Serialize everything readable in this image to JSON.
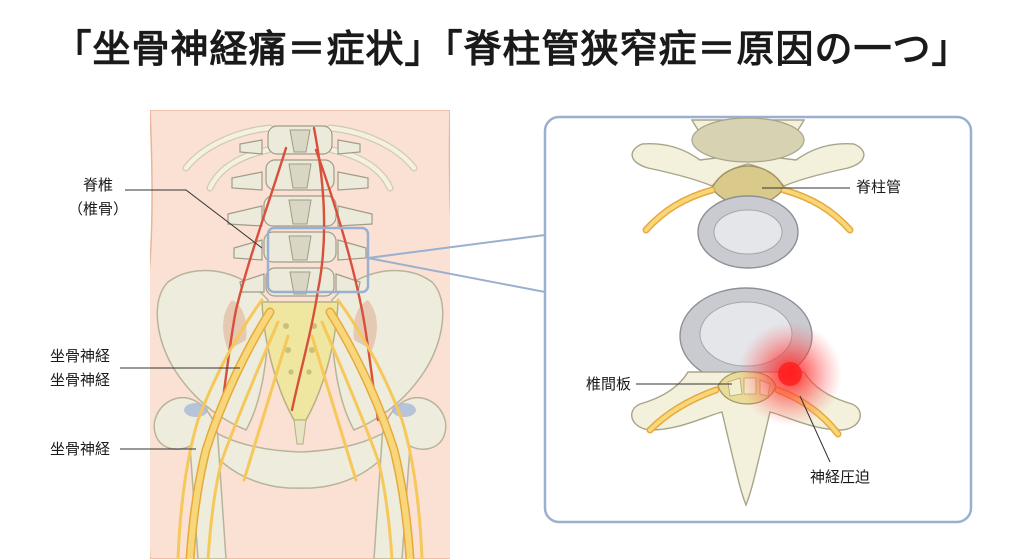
{
  "title": "「坐骨神経痛＝症状」「脊柱管狭窄症＝原因の一つ」",
  "labels": {
    "vertebra_line1": "脊椎",
    "vertebra_line2": "（椎骨）",
    "sciatic_a_line1": "坐骨神経",
    "sciatic_a_line2": "坐骨神経",
    "sciatic_b": "坐骨神経",
    "spinal_canal": "脊柱管",
    "disc": "椎間板",
    "compression": "神経圧迫"
  },
  "colors": {
    "skin": "#fbe1d3",
    "skin_outline": "#e9b49c",
    "bone": "#f3f0dc",
    "bone_shade": "#d8d3b8",
    "disc_gray": "#c9cbd1",
    "nerve": "#f6c85a",
    "artery": "#d8503b",
    "canal": "#d9c98b",
    "frame": "#9bb0cf",
    "pain": "#ff2a2a"
  }
}
